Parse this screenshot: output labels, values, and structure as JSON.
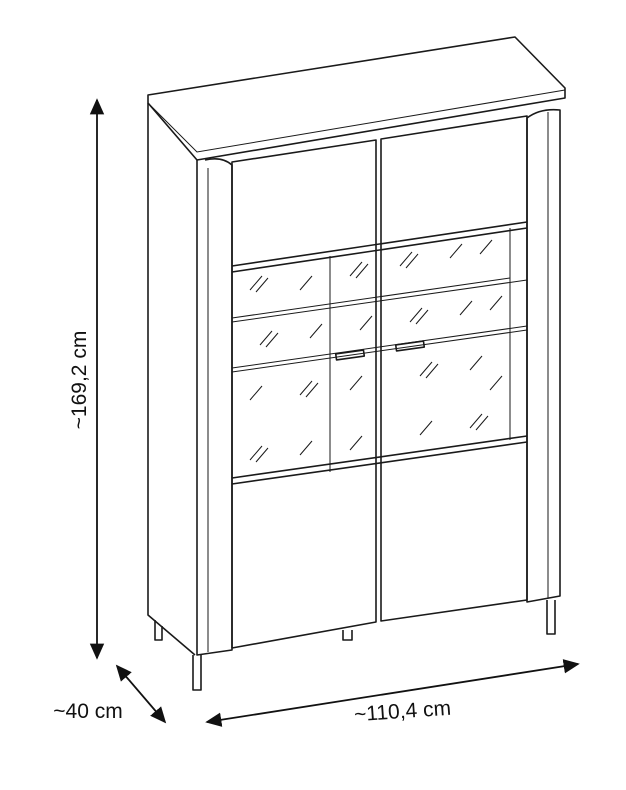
{
  "dimensions": {
    "height_label": "~169,2 cm",
    "depth_label": "~40 cm",
    "width_label": "~110,4 cm"
  },
  "colors": {
    "line": "#1a1a1a",
    "background": "#ffffff"
  }
}
